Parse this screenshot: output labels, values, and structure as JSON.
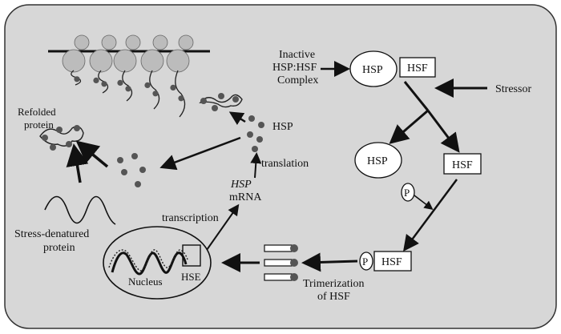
{
  "colors": {
    "panel_fill": "#d7d7d7",
    "panel_stroke": "#333333",
    "line": "#111111",
    "dot": "#555555",
    "ribosome": "#bcbcbc"
  },
  "labels": {
    "inactive_complex": [
      "Inactive",
      "HSP:HSF",
      "Complex"
    ],
    "hsp_oval_top": "HSP",
    "hsf_box_top": "HSF",
    "stressor": "Stressor",
    "hsp_free": "HSP",
    "hsf_free": "HSF",
    "phosphate": "P",
    "phosphate_bound": "P",
    "hsf_phospho": "HSF",
    "trimerization": [
      "Trimerization",
      "of HSF"
    ],
    "nucleus": "Nucleus",
    "hse": "HSE",
    "transcription": "transcription",
    "mrna_gene": "HSP",
    "mrna": "mRNA",
    "translation": "translation",
    "hsp_cluster": "HSP",
    "refolded": [
      "Refolded",
      "protein"
    ],
    "denatured": [
      "Stress-denatured",
      "protein"
    ]
  }
}
